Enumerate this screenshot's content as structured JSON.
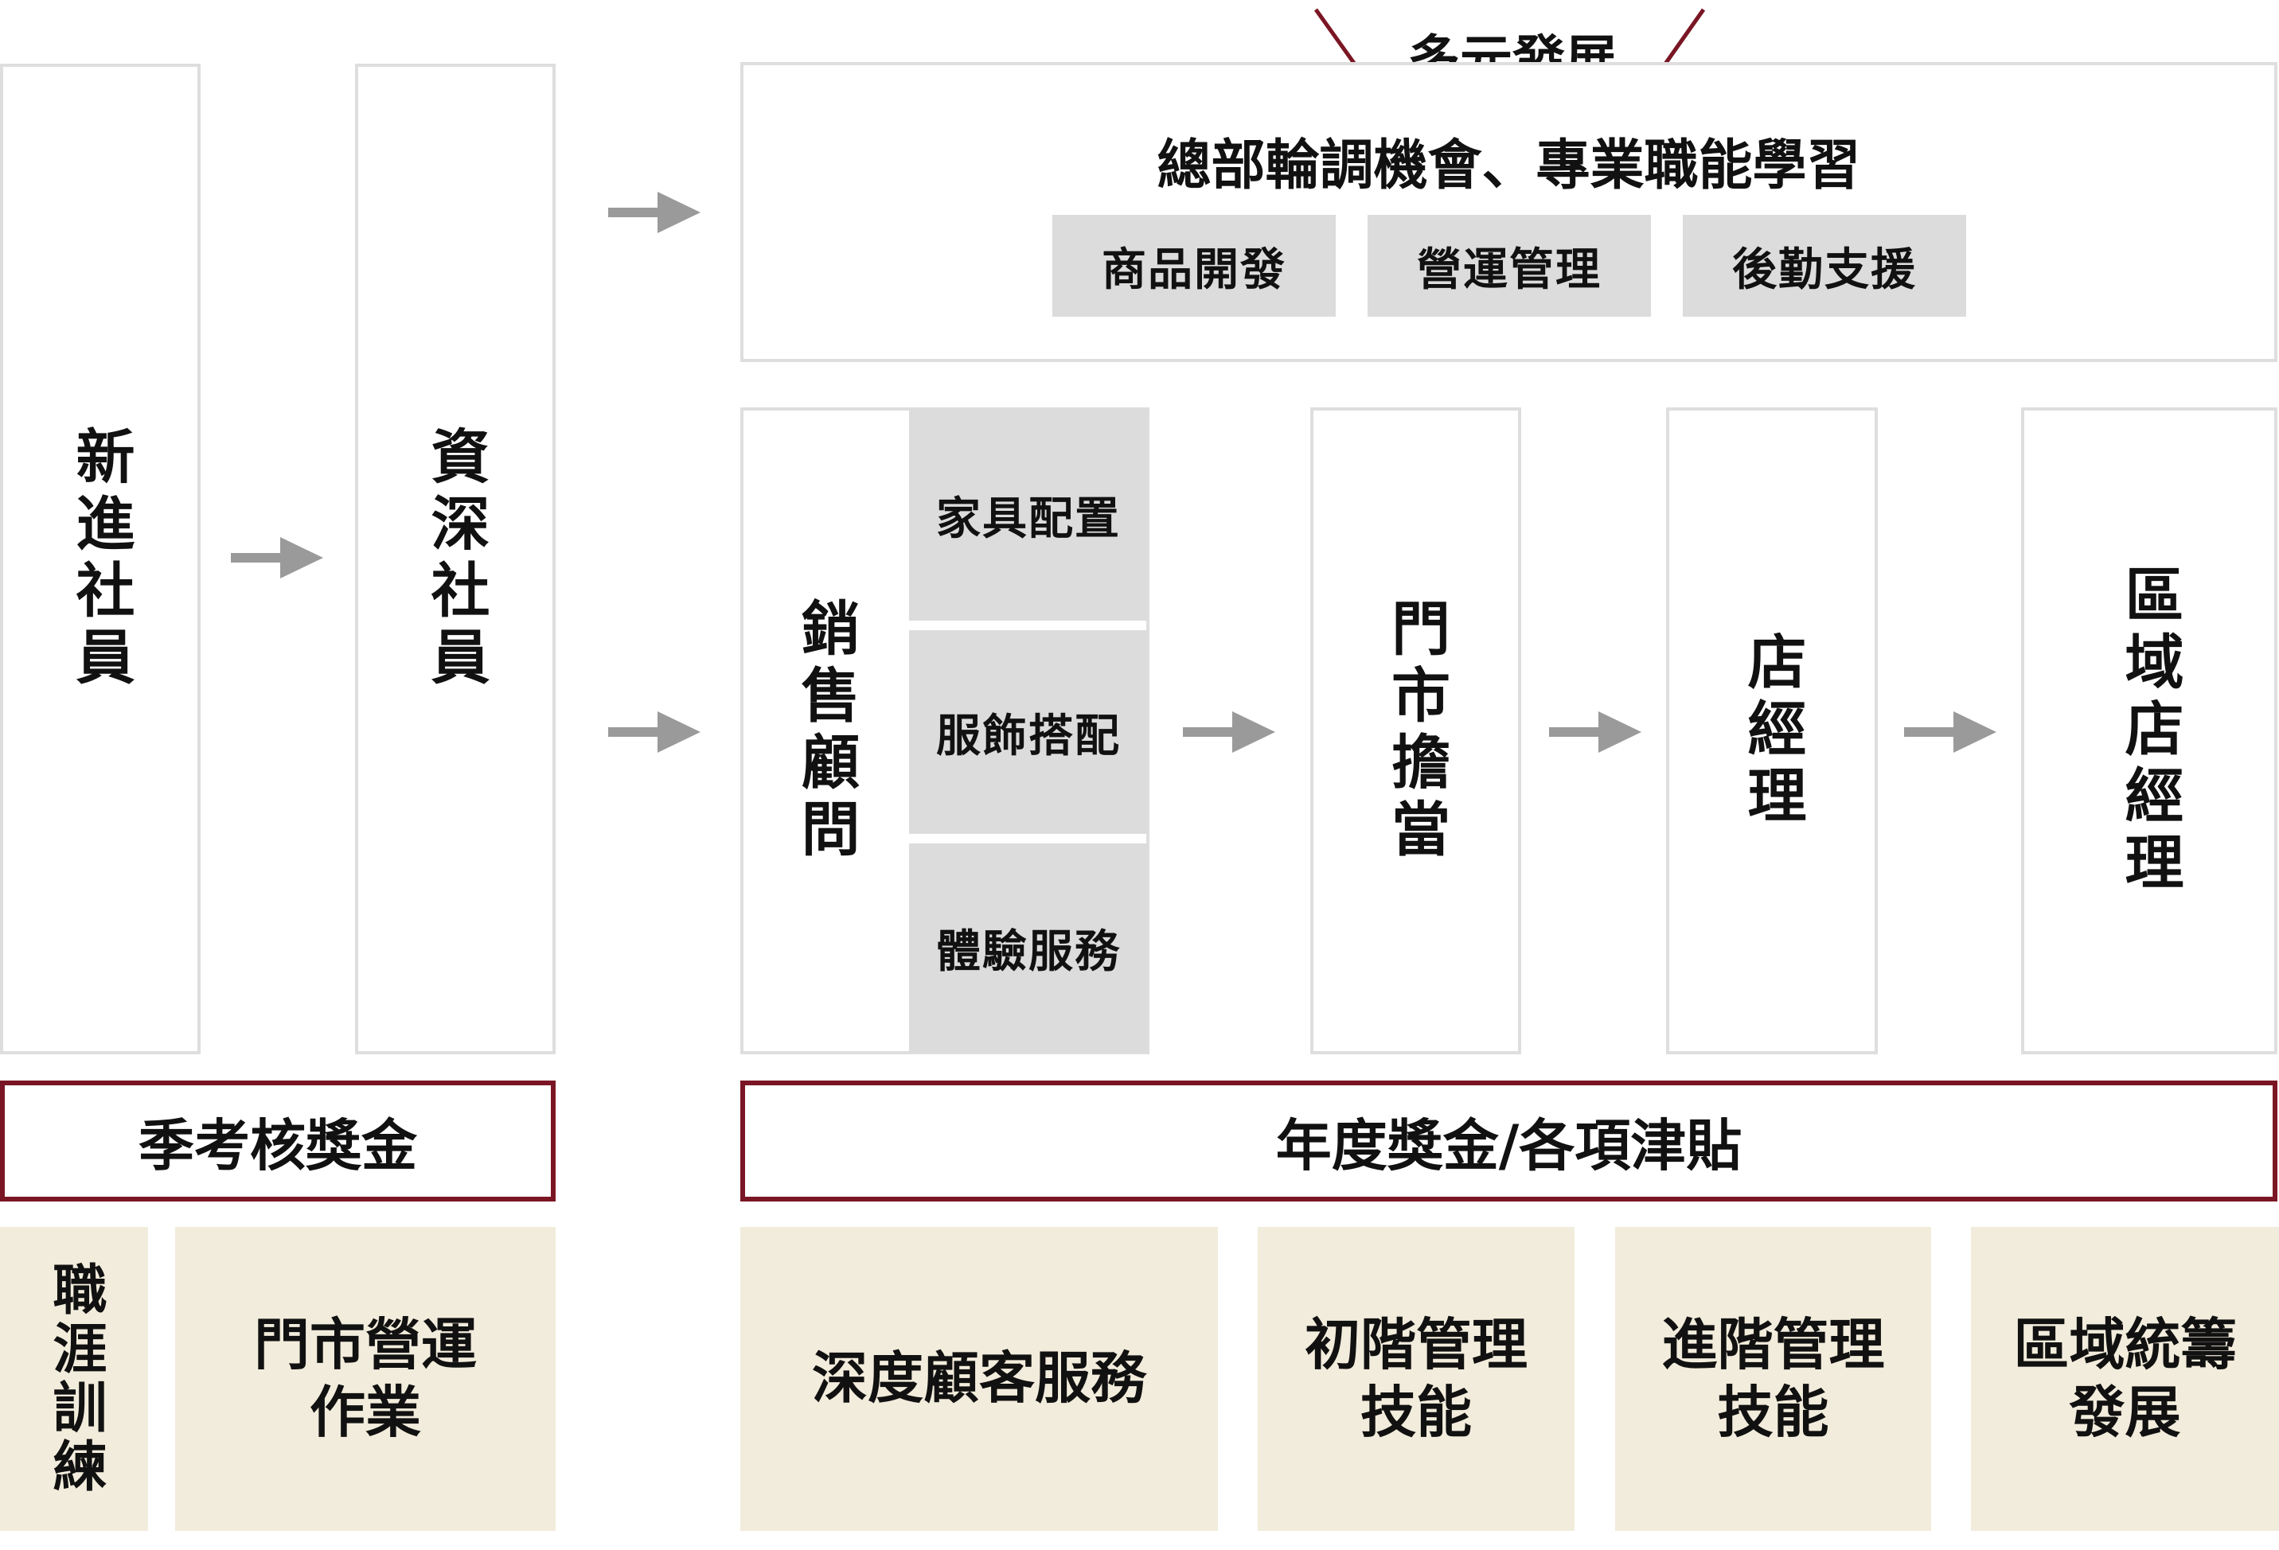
{
  "colors": {
    "accent": "#7a1624",
    "box_border": "#dedede",
    "gray_fill": "#dcdcdc",
    "beige_fill": "#f2ecdc",
    "arrow": "#9a9a9a"
  },
  "top_banner": {
    "label": "多元發展",
    "title": "總部輪調機會、專業職能學習",
    "tags": [
      "商品開發",
      "營運管理",
      "後勤支援"
    ]
  },
  "career_stages": {
    "new_employee": "新進社員",
    "senior_employee": "資深社員",
    "sales_consultant": "銷售顧問",
    "sales_skills": [
      "家具配置",
      "服飾搭配",
      "體驗服務"
    ],
    "store_lead": "門市擔當",
    "store_manager": "店經理",
    "area_manager": "區域店經理"
  },
  "rewards": {
    "quarterly": "季考核獎金",
    "annual": "年度獎金/各項津貼"
  },
  "training": {
    "label": "職涯訓練",
    "items": [
      "門市營運\n作業",
      "深度顧客服務",
      "初階管理\n技能",
      "進階管理\n技能",
      "區域統籌\n發展"
    ]
  }
}
